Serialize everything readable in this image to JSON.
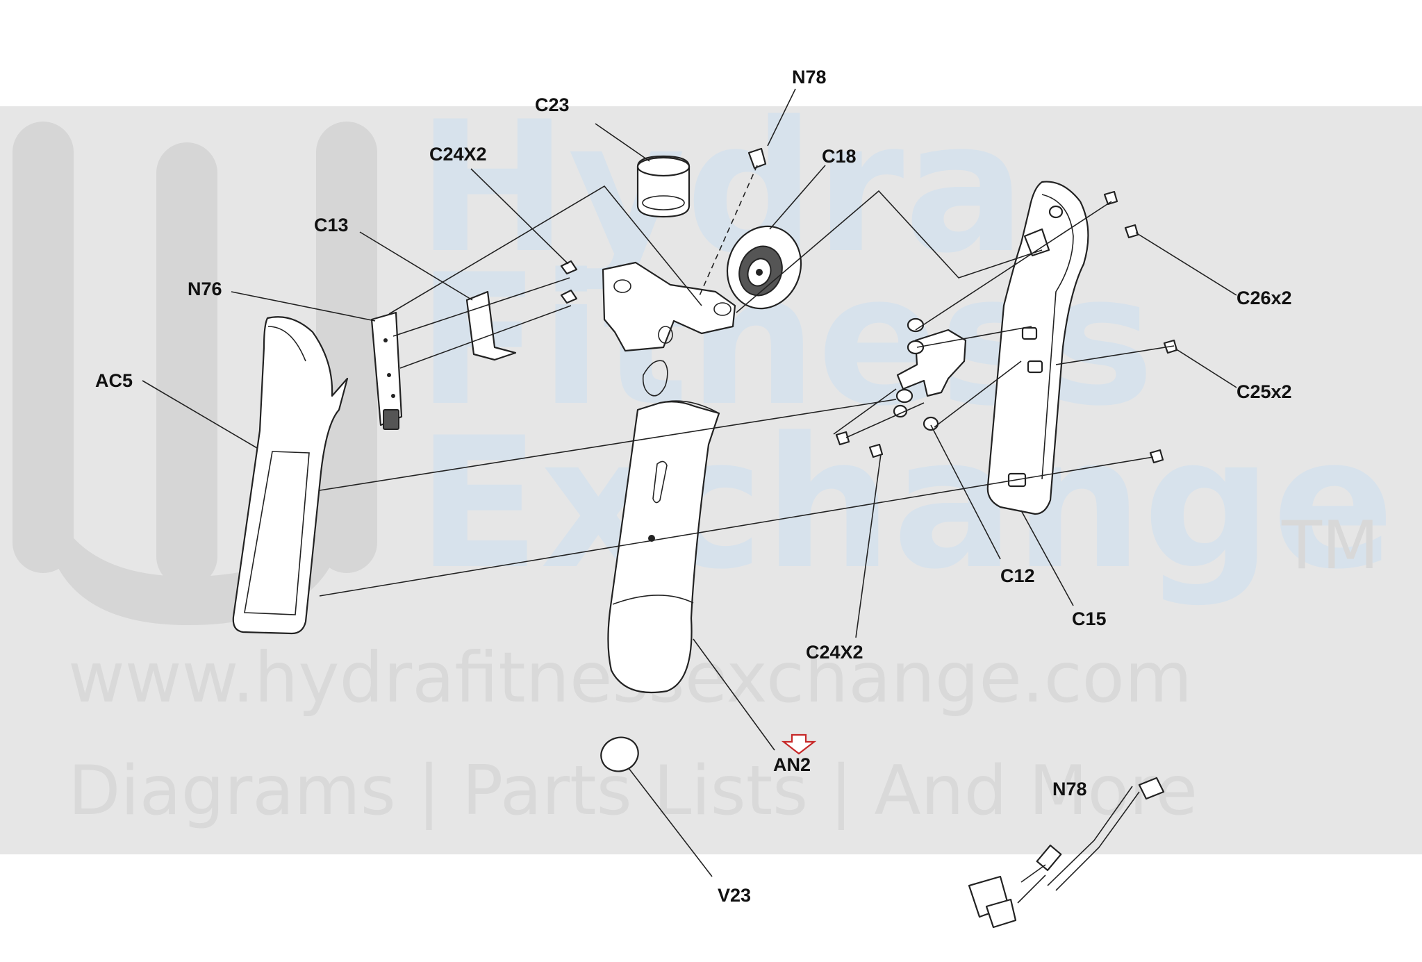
{
  "watermark": {
    "line1": "Hydra",
    "line2": "Fitness",
    "line3": "Exchange",
    "tm": "TM",
    "url": "www.hydrafitnessexchange.com",
    "tagline": "Diagrams | Parts Lists | And More"
  },
  "labels": {
    "n78_top": "N78",
    "c23": "C23",
    "c24x2_top": "C24X2",
    "c18": "C18",
    "c13": "C13",
    "n76": "N76",
    "ac5": "AC5",
    "c26x2": "C26x2",
    "c25x2": "C25x2",
    "c12": "C12",
    "c15": "C15",
    "c24x2_bottom": "C24X2",
    "an2": "AN2",
    "v23": "V23",
    "n78_bottom": "N78"
  },
  "colors": {
    "highlight_arrow": "#c62828",
    "line": "#222222",
    "watermark_band": "#e6e6e6"
  }
}
